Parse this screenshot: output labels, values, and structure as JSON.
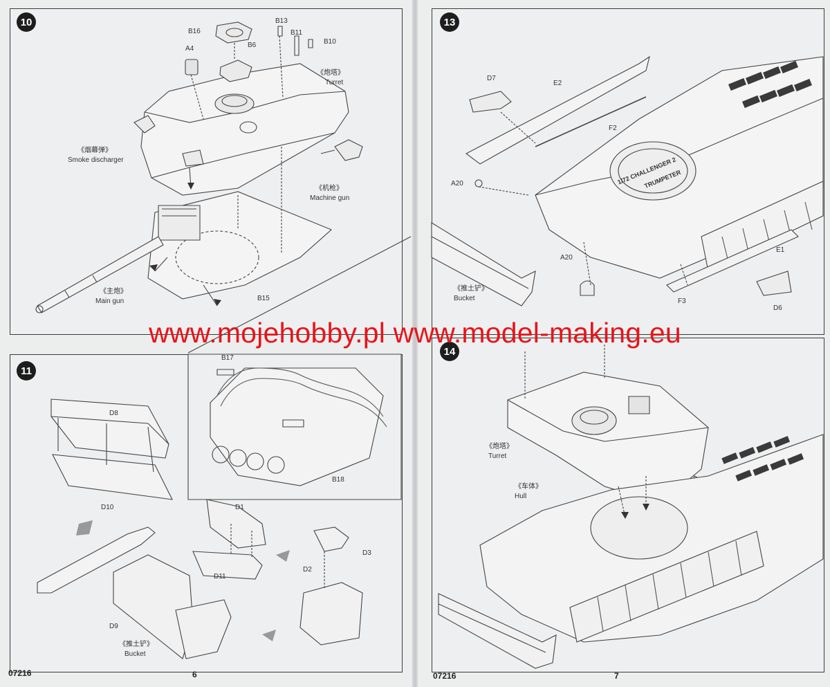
{
  "pages": {
    "left_number": "6",
    "right_number": "7",
    "left_code": "07216",
    "right_code": "07216"
  },
  "watermark": "www.mojehobby.pl www.model-making.eu",
  "step10": {
    "badge": "10",
    "parts": {
      "b16": "B16",
      "b13": "B13",
      "b11": "B11",
      "b10": "B10",
      "a4": "A4",
      "b6": "B6",
      "b15": "B15"
    },
    "turret_cn": "《炮塔》",
    "turret_en": "Turret",
    "smoke_cn": "《烟幕弹》",
    "smoke_en": "Smoke discharger",
    "mg_cn": "《机枪》",
    "mg_en": "Machine gun",
    "main_gun_cn": "《主炮》",
    "main_gun_en": "Main gun"
  },
  "step11": {
    "badge": "11",
    "parts": {
      "d8": "D8",
      "d10": "D10",
      "d1": "D1",
      "d11": "D11",
      "d2": "D2",
      "d3": "D3",
      "d9": "D9",
      "b17": "B17",
      "b18": "B18"
    },
    "bucket_cn": "《推土铲》",
    "bucket_en": "Bucket"
  },
  "step13": {
    "badge": "13",
    "parts": {
      "d7": "D7",
      "e2": "E2",
      "f2": "F2",
      "a20a": "A20",
      "a20b": "A20",
      "e1": "E1",
      "f3": "F3",
      "d6": "D6"
    },
    "bucket_cn": "《推土铲》",
    "bucket_en": "Bucket",
    "hull_marking_1": "1/72 CHALLENGER 2",
    "hull_marking_2": "TRUMPETER"
  },
  "step14": {
    "badge": "14",
    "turret_cn": "《炮塔》",
    "turret_en": "Turret",
    "hull_cn": "《车体》",
    "hull_en": "Hull"
  },
  "colors": {
    "watermark": "#e8141a",
    "ink": "#2b2b2b",
    "paper": "#eceded",
    "badge": "#1d1d1d"
  },
  "icons": [
    "assembly-arrow-icon",
    "tank-turret-drawing",
    "tank-hull-drawing",
    "dozer-blade-drawing"
  ]
}
